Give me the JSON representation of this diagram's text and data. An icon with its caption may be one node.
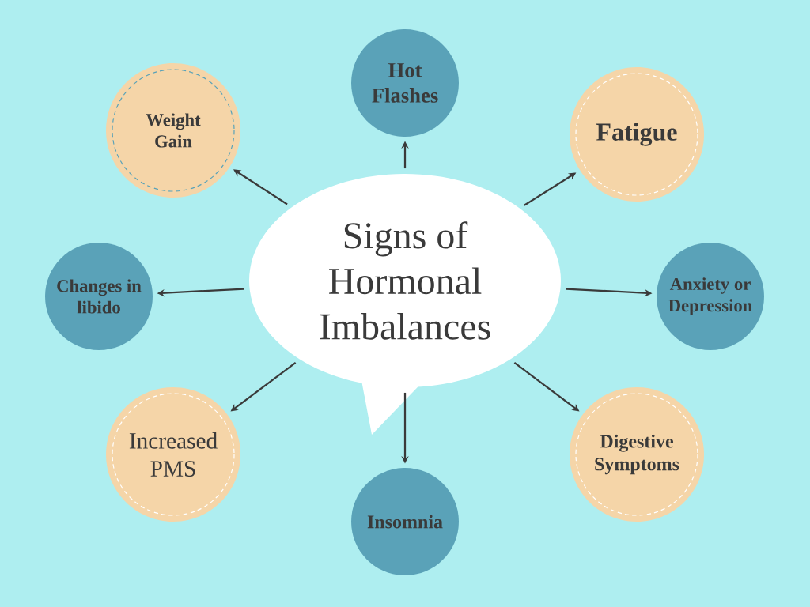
{
  "diagram": {
    "nodes": [
      {
        "text": [
          "Signs of Hormonal Imbalances"
        ]
      },
      {
        "text": [
          "Hot Flashes"
        ]
      },
      {
        "text": [
          "Weight Gain"
        ]
      },
      {
        "text": [
          "Fatigue"
        ]
      },
      {
        "text": [
          "Changes in libido"
        ]
      },
      {
        "text": [
          "Anxiety or Depression"
        ]
      },
      {
        "text": [
          "Increased PMS"
        ]
      },
      {
        "text": [
          "Digestive Symptoms"
        ]
      },
      {
        "text": [
          "Insomnia"
        ]
      }
    ],
    "edges": [
      {
        "from": 0,
        "to": 1,
        "arrow": "to"
      },
      {
        "from": 0,
        "to": 2,
        "arrow": "to"
      },
      {
        "from": 0,
        "to": 3,
        "arrow": "to"
      },
      {
        "from": 0,
        "to": 4,
        "arrow": "to"
      },
      {
        "from": 0,
        "to": 5,
        "arrow": "to"
      },
      {
        "from": 0,
        "to": 6,
        "arrow": "to"
      },
      {
        "from": 0,
        "to": 7,
        "arrow": "to"
      },
      {
        "from": 0,
        "to": 8,
        "arrow": "to"
      }
    ]
  }
}
